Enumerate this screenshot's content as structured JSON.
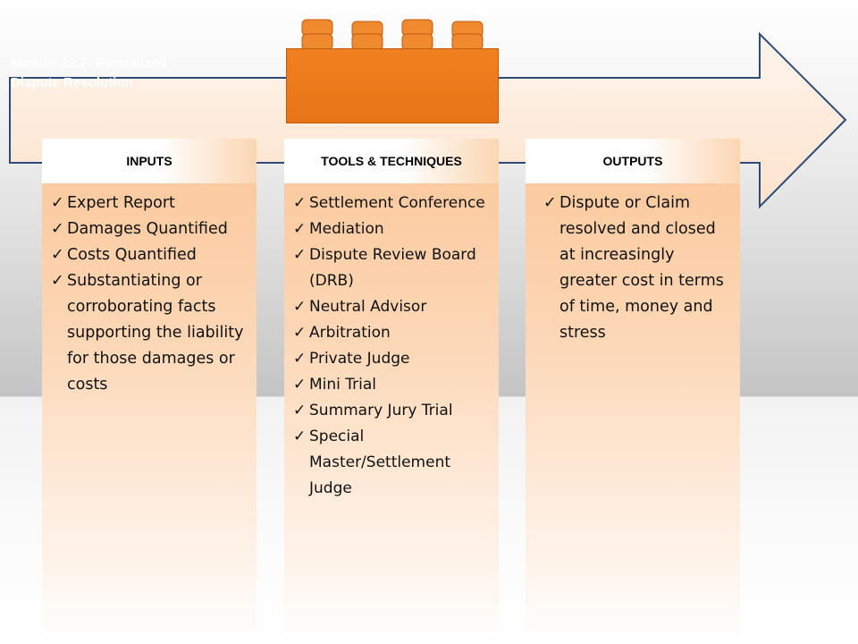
{
  "module": {
    "title": "Module 12.7- Formalized Dispute Resolution",
    "brick_color": "#ee7d1e"
  },
  "arrow": {
    "fill": "#fde8d6",
    "stroke": "#2e4a7a"
  },
  "check_glyph": "✓",
  "columns": [
    {
      "heading": "INPUTS",
      "items": [
        "Expert Report",
        "Damages Quantified",
        "Costs Quantified",
        "Substantiating or corroborating facts supporting the liability for those damages or costs"
      ]
    },
    {
      "heading": "TOOLS & TECHNIQUES",
      "items": [
        "Settlement Conference",
        "Mediation",
        "Dispute Review Board (DRB)",
        "Neutral Advisor",
        "Arbitration",
        "Private Judge",
        "Mini Trial",
        "Summary Jury Trial",
        "Special Master/Settlement Judge"
      ]
    },
    {
      "heading": "OUTPUTS",
      "items": [
        "Dispute or Claim resolved and closed at increasingly greater cost in terms of time, money and stress"
      ]
    }
  ]
}
